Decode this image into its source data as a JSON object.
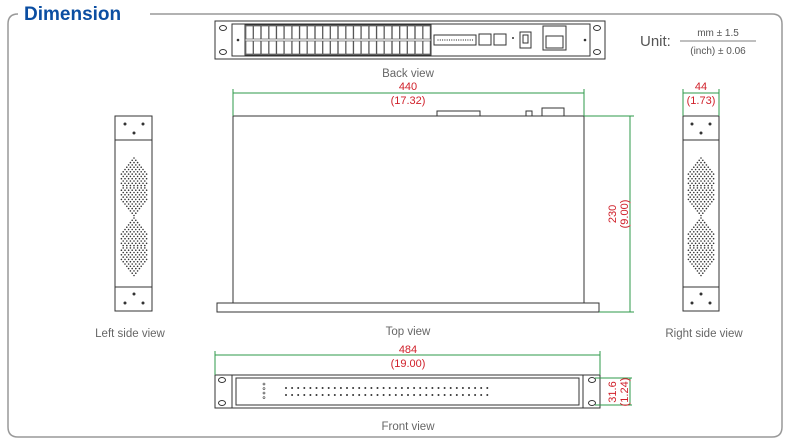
{
  "title": "Dimension",
  "unit": {
    "label": "Unit:",
    "metric": "mm ± 1.5",
    "imperial": "(inch) ± 0.06"
  },
  "views": {
    "back": "Back view",
    "top": "Top view",
    "left": "Left side view",
    "right": "Right side view",
    "front": "Front view"
  },
  "dimensions": {
    "top_width_mm": "440",
    "top_width_in": "(17.32)",
    "depth_mm": "230",
    "depth_in": "(9.00)",
    "height_mm": "44",
    "height_in": "(1.73)",
    "front_width_mm": "484",
    "front_width_in": "(19.00)",
    "front_height_mm": "31.6",
    "front_height_in": "(1.24)"
  },
  "colors": {
    "title": "#0b4ea2",
    "dimension_text": "#d0202a",
    "dimension_line": "#2e9a4a",
    "frame": "#999999"
  }
}
